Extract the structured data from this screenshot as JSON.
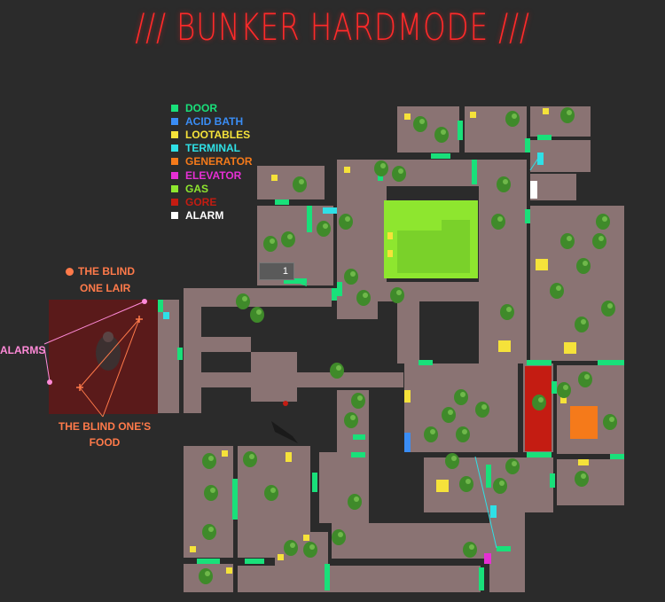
{
  "title": "/// BUNKER HARDMODE ///",
  "legend": [
    {
      "label": "DOOR",
      "color": "#19e07a"
    },
    {
      "label": "ACID BATH",
      "color": "#3a8df5"
    },
    {
      "label": "LOOTABLES",
      "color": "#f5e23a"
    },
    {
      "label": "TERMINAL",
      "color": "#2fe0e6"
    },
    {
      "label": "GENERATOR",
      "color": "#f57a1a"
    },
    {
      "label": "ELEVATOR",
      "color": "#e62fd4"
    },
    {
      "label": "GAS",
      "color": "#8ee62f"
    },
    {
      "label": "GORE",
      "color": "#c41c12"
    },
    {
      "label": "ALARM",
      "color": "#ffffff"
    }
  ],
  "annotations": {
    "lair_line1": "THE BLIND",
    "lair_line2": "ONE LAIR",
    "alarms": "ALARMS",
    "food_line1": "THE BLIND ONE'S",
    "food_line2": "FOOD"
  },
  "badge": {
    "count": "1"
  },
  "colors": {
    "background": "#2b2b2b",
    "room_floor": "#8a7373",
    "lair_floor": "#5a1a1a",
    "title": "#ff2a2a",
    "annotation": "#ff7a4a",
    "alarm_line": "#ff8ad8",
    "zombie": "#3f8a2a"
  },
  "icons": [
    "skull-icon",
    "zombie-icon",
    "crosshair-icon",
    "turret-icon"
  ]
}
